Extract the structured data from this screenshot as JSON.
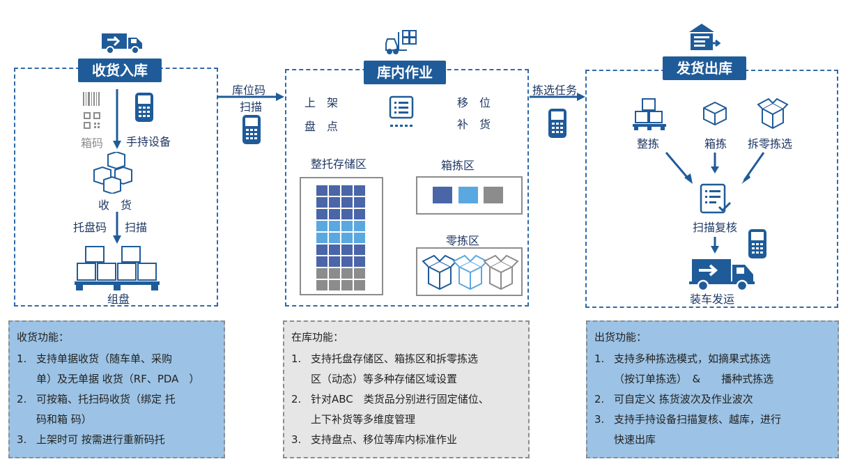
{
  "colors": {
    "dark": "#1f5b99",
    "navy": "#1f3864",
    "light": "#5aa8e0",
    "grey": "#8c8c8c",
    "blue_bg": "#9cc3e5",
    "grey_bg": "#e6e6e6"
  },
  "receiving": {
    "title": "收货入库",
    "barcode_label": "箱码",
    "device_label": "手持设备",
    "receive_label": "收　货",
    "pallet_code_label": "托盘码",
    "scan_label": "扫描",
    "group_label": "组盘"
  },
  "arrow1": {
    "line1": "库位码",
    "line2": "扫描"
  },
  "warehouse": {
    "title": "库内作业",
    "op1": "上　架",
    "op2": "盘　点",
    "op3": "移　位",
    "op4": "补　货",
    "zone_pallet": "整托存储区",
    "zone_box": "箱拣区",
    "zone_piece": "零拣区"
  },
  "arrow2": {
    "label": "拣选任务"
  },
  "shipping": {
    "title": "发货出库",
    "pick1": "整拣",
    "pick2": "箱拣",
    "pick3": "拆零拣选",
    "verify": "扫描复核",
    "load": "装车发运"
  },
  "func_receiving": {
    "heading": "收货功能：",
    "items": [
      {
        "num": "1.",
        "line1": "支持单据收货（随车单、采购",
        "line2": "单）及无单据 收货（RF、PDA　）"
      },
      {
        "num": "2.",
        "line1": "可按箱、托扫码收货（绑定 托",
        "line2": "码和箱 码）"
      },
      {
        "num": "3.",
        "line1": "上架时可 按需进行重新码托",
        "line2": ""
      }
    ]
  },
  "func_storage": {
    "heading": "在库功能：",
    "items": [
      {
        "num": "1.",
        "line1": "支持托盘存储区、箱拣区和拆零拣选",
        "line2": "区（动态）等多种存储区域设置"
      },
      {
        "num": "2.",
        "line1": "针对ABC　类货品分别进行固定储位、",
        "line2": "上下补货等多维度管理"
      },
      {
        "num": "3.",
        "line1": "支持盘点、移位等库内标准作业",
        "line2": ""
      }
    ]
  },
  "func_shipping": {
    "heading": "出货功能：",
    "items": [
      {
        "num": "1.",
        "line1": "支持多种拣选模式，如摘果式拣选",
        "line2": "（按订单拣选）　&　　播种式拣选"
      },
      {
        "num": "2.",
        "line1": "可自定义 拣货波次及作业波次",
        "line2": ""
      },
      {
        "num": "3.",
        "line1": "支持手持设备扫描复核、越库，进行",
        "line2": "快速出库"
      }
    ]
  }
}
